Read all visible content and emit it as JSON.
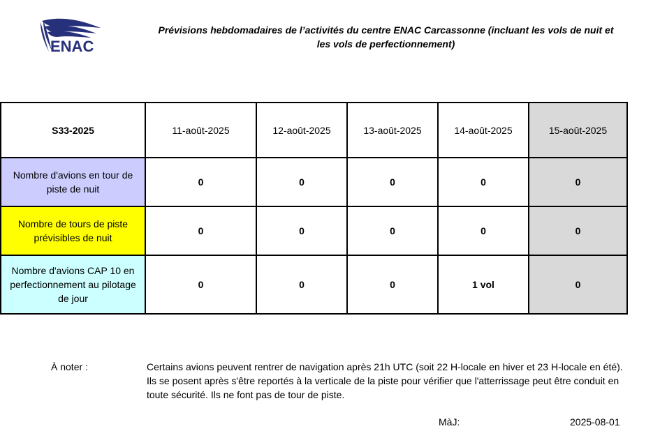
{
  "logo": {
    "text": "ENAC"
  },
  "title": "Prévisions hebdomadaires de l’activités du centre ENAC Carcassonne (incluant les vols de nuit et les vols de perfectionnement)",
  "table": {
    "week": "S33-2025",
    "dates": [
      "11-août-2025",
      "12-août-2025",
      "13-août-2025",
      "14-août-2025",
      "15-août-2025"
    ],
    "rows": [
      {
        "label": "Nombre d'avions en tour de piste de nuit",
        "color": "#ccccff",
        "values": [
          "0",
          "0",
          "0",
          "0",
          "0"
        ]
      },
      {
        "label": "Nombre de tours de piste prévisibles de nuit",
        "color": "#ffff00",
        "values": [
          "0",
          "0",
          "0",
          "0",
          "0"
        ]
      },
      {
        "label": "Nombre d'avions CAP 10 en perfectionnement au pilotage de jour",
        "color": "#ccffff",
        "values": [
          "0",
          "0",
          "0",
          "1 vol",
          "0"
        ]
      }
    ],
    "holiday_color": "#d9d9d9"
  },
  "note": {
    "label": "À noter :",
    "text": "Certains avions peuvent rentrer de navigation après 21h UTC (soit 22 H-locale en hiver et 23 H-locale en été).  Ils se posent après s'être reportés à la verticale de la piste pour vérifier que l'atterrissage peut être conduit en toute sécurité. Ils ne font pas de tour de piste."
  },
  "update": {
    "label": "MàJ:",
    "date": "2025-08-01"
  }
}
